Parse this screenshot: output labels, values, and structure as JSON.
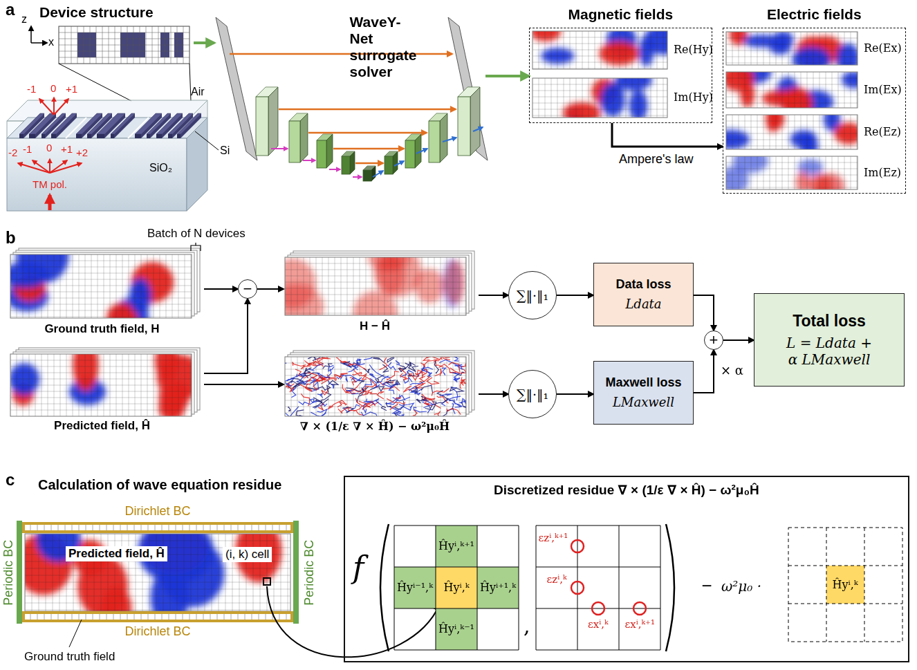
{
  "diagram": {
    "nodes": [
      {
        "text": [
          "Device structure"
        ]
      },
      {
        "text": [
          "WaveY-Net surrogate solver"
        ]
      },
      {
        "text": [
          "Magnetic fields",
          "Re(Hy)",
          "Im(Hy)"
        ]
      },
      {
        "text": [
          "Electric fields",
          "Re(Ex)",
          "Im(Ex)",
          "Re(Ez)",
          "Im(Ez)"
        ]
      },
      {
        "text": [
          "Ground truth field, H"
        ]
      },
      {
        "text": [
          "Predicted field, Ĥ"
        ]
      },
      {
        "text": [
          "−"
        ]
      },
      {
        "text": [
          "H − Ĥ"
        ]
      },
      {
        "text": [
          "∇ × (1/ε ∇ × Ĥ) − ω²μ₀Ĥ"
        ]
      },
      {
        "text": [
          "∑‖·‖₁"
        ]
      },
      {
        "text": [
          "∑‖·‖₁"
        ]
      },
      {
        "text": [
          "Data loss",
          "Ldata"
        ]
      },
      {
        "text": [
          "Maxwell loss",
          "LMaxwell"
        ]
      },
      {
        "text": [
          "+"
        ]
      },
      {
        "text": [
          "Total loss",
          "L = Ldata + α LMaxwell"
        ]
      },
      {
        "text": [
          "Discretized residue ∇ × (1/ε ∇ × Ĥ) − ω²μ₀Ĥ"
        ]
      }
    ],
    "edges": [
      {
        "from": 0,
        "to": 1,
        "arrow": "to"
      },
      {
        "from": 1,
        "to": 2,
        "arrow": "to"
      },
      {
        "from": 2,
        "to": 3,
        "arrow": "to",
        "label": "Ampere's law"
      },
      {
        "from": 4,
        "to": 6,
        "arrow": "to"
      },
      {
        "from": 5,
        "to": 6,
        "arrow": "to"
      },
      {
        "from": 6,
        "to": 7,
        "arrow": "to"
      },
      {
        "from": 5,
        "to": 8,
        "arrow": "to"
      },
      {
        "from": 7,
        "to": 9,
        "arrow": "to"
      },
      {
        "from": 8,
        "to": 10,
        "arrow": "to"
      },
      {
        "from": 9,
        "to": 11,
        "arrow": "to"
      },
      {
        "from": 10,
        "to": 12,
        "arrow": "to"
      },
      {
        "from": 11,
        "to": 13,
        "arrow": "to"
      },
      {
        "from": 12,
        "to": 13,
        "arrow": "to",
        "label": "× α"
      },
      {
        "from": 13,
        "to": 14,
        "arrow": "to"
      }
    ],
    "labels": [
      "a",
      "z",
      "x",
      "-1",
      "0",
      "+1",
      "Air",
      "Si",
      "SiO₂",
      "-2",
      "-1",
      "0",
      "+1",
      "+2",
      "TM pol.",
      "b",
      "Batch of N devices",
      "c",
      "Calculation of wave equation residue",
      "Dirichlet BC",
      "Dirichlet BC",
      "Periodic BC",
      "Periodic BC",
      "Predicted field, Ĥ",
      "(i, k) cell",
      "Ground truth field",
      "f",
      "Ĥyⁱ,ᵏ⁺¹",
      "Ĥyⁱ⁻¹,ᵏ",
      "Ĥyⁱ,ᵏ",
      "Ĥyⁱ⁺¹,ᵏ",
      "Ĥyⁱ,ᵏ⁻¹",
      ",",
      "εzⁱ,ᵏ⁺¹",
      "εzⁱ,ᵏ",
      "εxⁱ,ᵏ",
      "εxⁱ,ᵏ⁺¹",
      "−",
      "ω²μ₀ ·",
      "Ĥyⁱ,ᵏ"
    ]
  }
}
